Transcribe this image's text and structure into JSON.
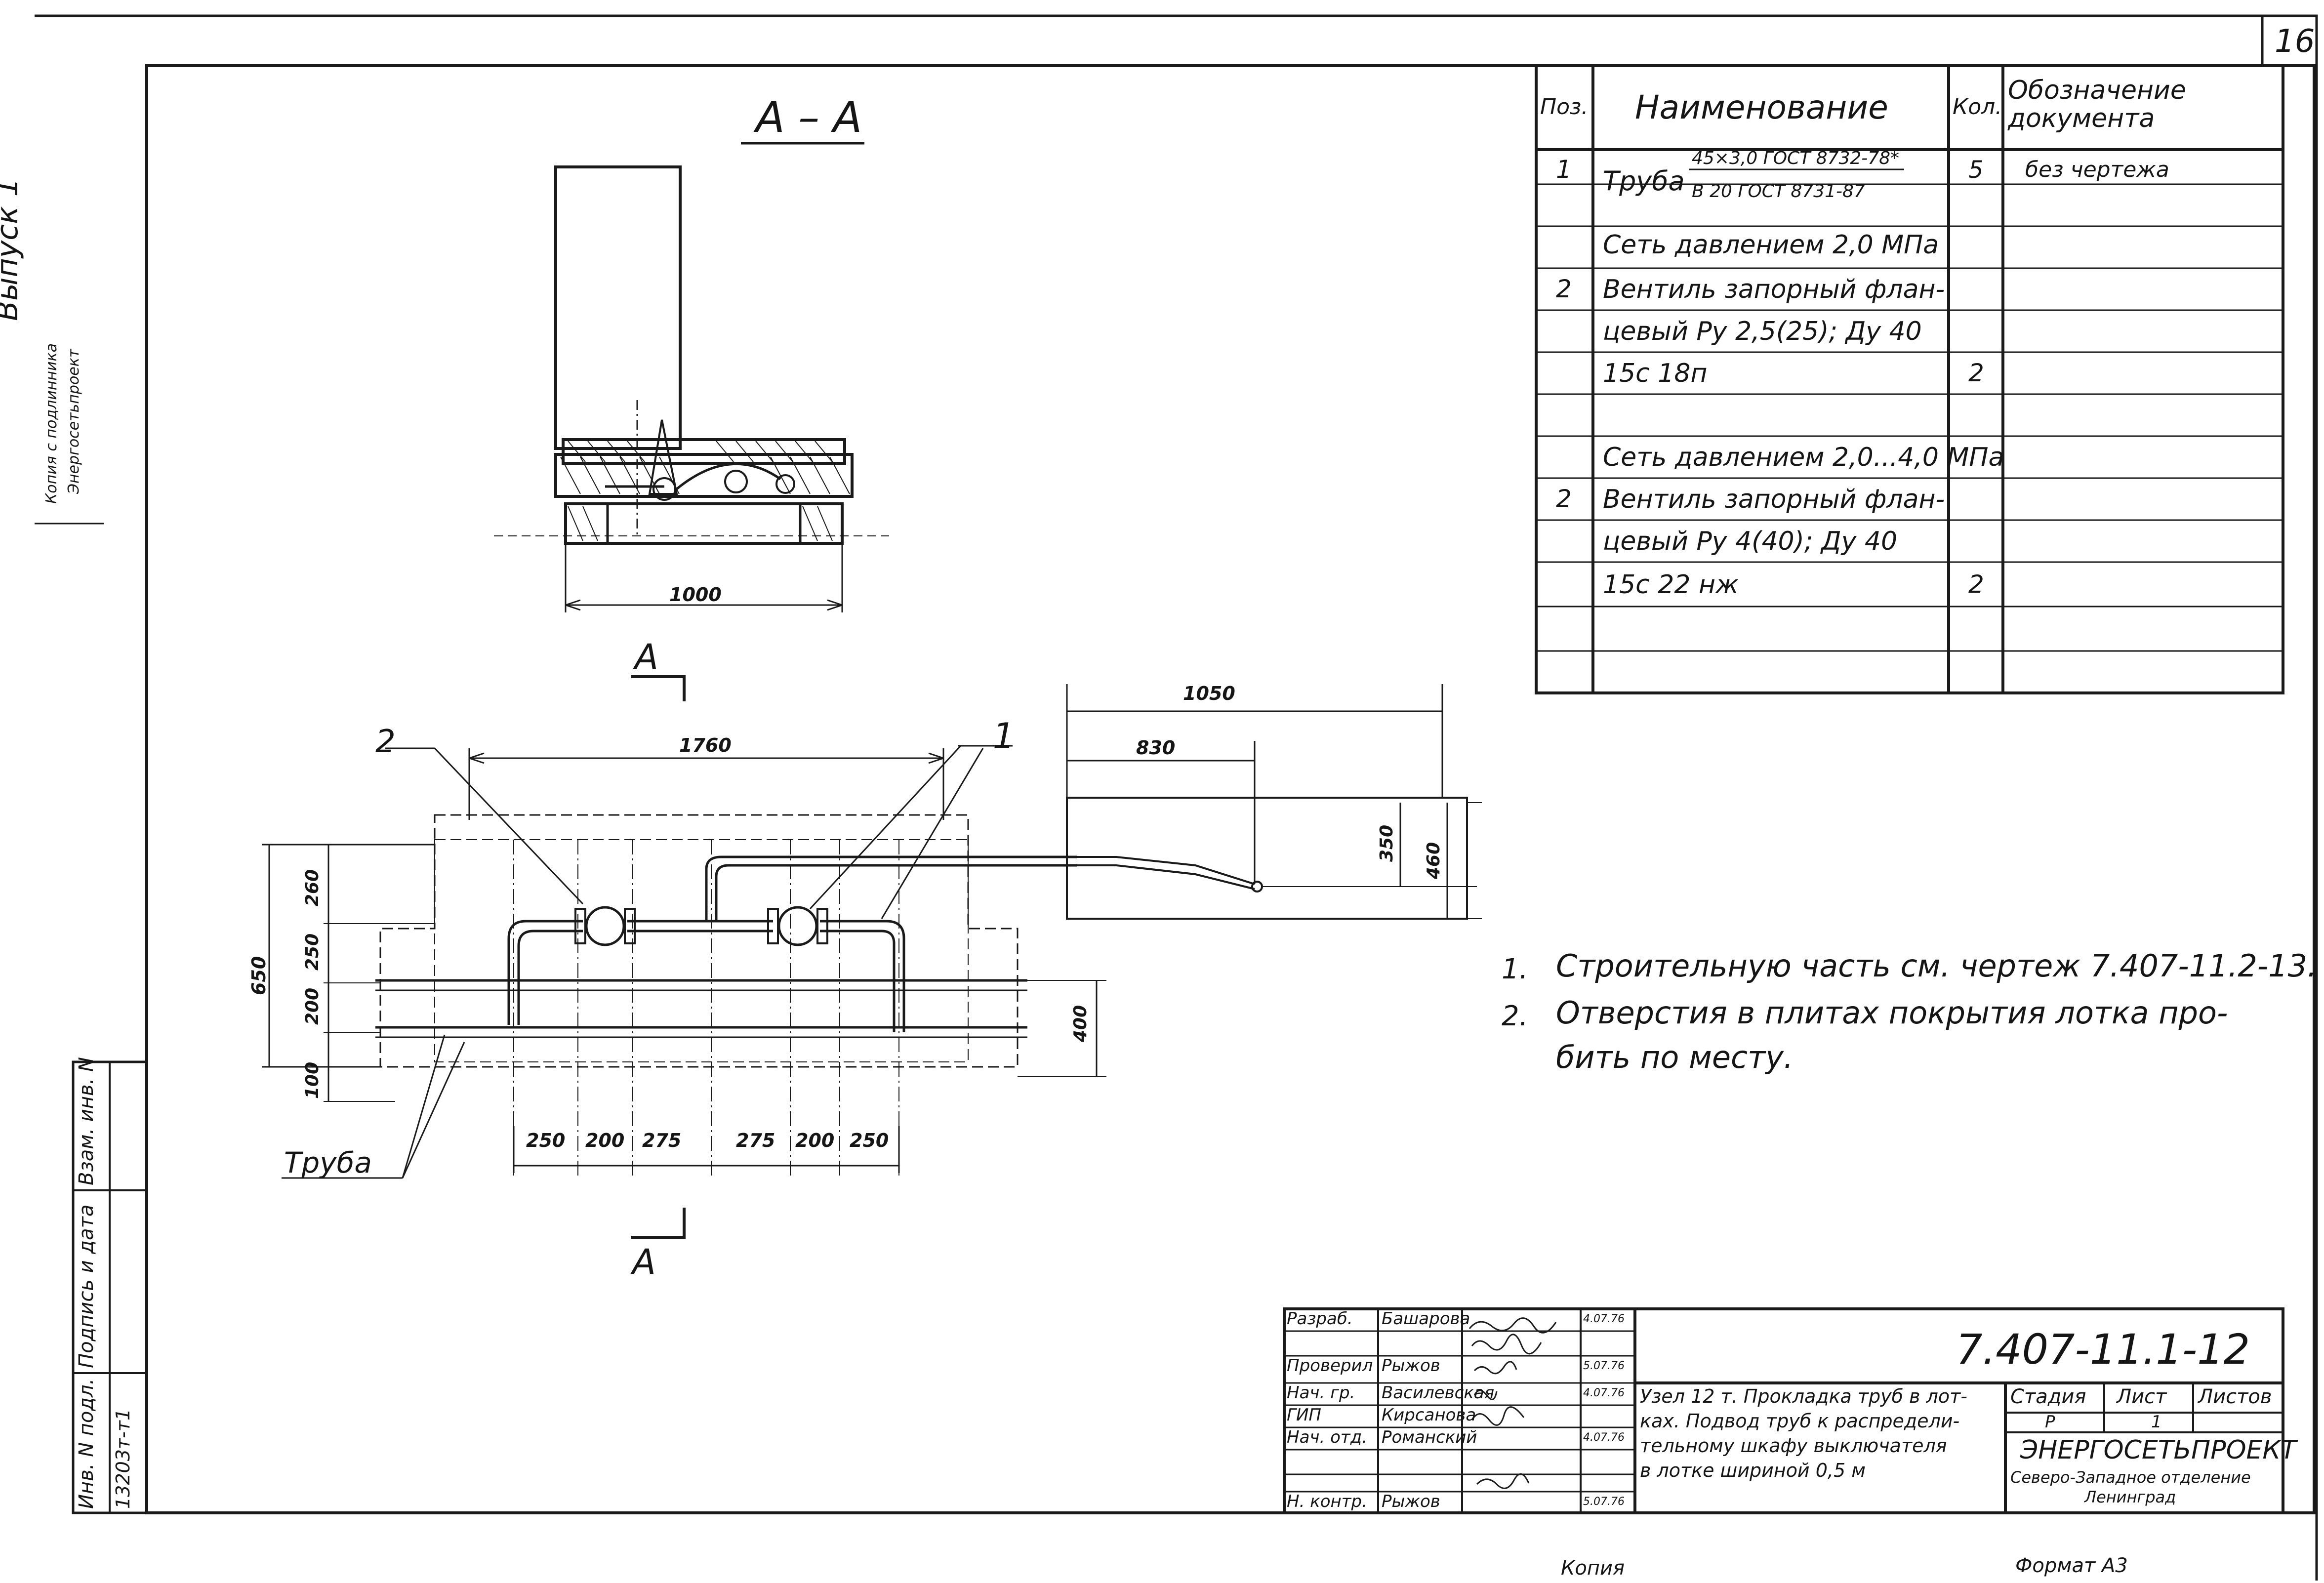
{
  "sheet": {
    "sheet_number": "16",
    "issue": "Выпуск 1",
    "stamp_line1": "Копия с подлинника",
    "stamp_line2": "Энергосетьпроект",
    "copy_label": "Копия",
    "format_label": "Формат А3"
  },
  "left_strip": {
    "inv_podl": "Инв. N подл.",
    "podpis": "Подпись и дата",
    "vzam": "Взам. инв. N",
    "inv_value": "13203т-т1"
  },
  "section": {
    "title": "А – А",
    "dim_1000": "1000",
    "cut_label_top": "А",
    "cut_label_bottom": "А"
  },
  "plan": {
    "dim_1760": "1760",
    "dim_650": "650",
    "dim_260": "260",
    "dim_250": "250",
    "dim_200": "200",
    "dim_100": "100",
    "dim_400": "400",
    "bottom_dims": [
      "250",
      "200",
      "275",
      "275",
      "200",
      "250"
    ],
    "callout_2": "2",
    "callout_1": "1",
    "pipe_label": "Труба"
  },
  "detail": {
    "dim_1050": "1050",
    "dim_830": "830",
    "dim_350": "350",
    "dim_460": "460"
  },
  "spec_table": {
    "headers": [
      "Поз.",
      "Наименование",
      "Кол.",
      "Обозначение документа"
    ],
    "rows": [
      {
        "pos": "1",
        "name_prefix": "Труба",
        "name_num": "45×3,0 ГОСТ 8732-78*",
        "name_den": "В 20 ГОСТ 8731-87",
        "qty": "5",
        "doc": "без чертежа"
      },
      {
        "pos": "",
        "name": "Сеть давлением 2,0 МПа",
        "qty": "",
        "doc": ""
      },
      {
        "pos": "2",
        "name": "Вентиль запорный флан-",
        "qty": "",
        "doc": ""
      },
      {
        "pos": "",
        "name": "цевый Ру 2,5(25); Ду 40",
        "qty": "",
        "doc": ""
      },
      {
        "pos": "",
        "name": "15с 18п",
        "qty": "2",
        "doc": ""
      },
      {
        "pos": "",
        "name": "",
        "qty": "",
        "doc": ""
      },
      {
        "pos": "",
        "name": "Сеть давлением 2,0...4,0 МПа",
        "qty": "",
        "doc": ""
      },
      {
        "pos": "2",
        "name": "Вентиль запорный флан-",
        "qty": "",
        "doc": ""
      },
      {
        "pos": "",
        "name": "цевый Ру 4(40); Ду 40",
        "qty": "",
        "doc": ""
      },
      {
        "pos": "",
        "name": "15с 22 нж",
        "qty": "2",
        "doc": ""
      },
      {
        "pos": "",
        "name": "",
        "qty": "",
        "doc": ""
      },
      {
        "pos": "",
        "name": "",
        "qty": "",
        "doc": ""
      }
    ]
  },
  "notes": [
    {
      "num": "1.",
      "text": "Строительную часть см. чертеж 7.407-11.2-13."
    },
    {
      "num": "2.",
      "text": "Отверстия в плитах покрытия лотка про-"
    },
    {
      "num": "",
      "text": "бить по месту."
    }
  ],
  "title_block": {
    "drawing_code": "7.407-11.1-12",
    "roles": [
      {
        "role": "Разраб.",
        "name": "Башарова",
        "date": "4.07.76"
      },
      {
        "role": "Проверил",
        "name": "Рыжов",
        "date": "5.07.76"
      },
      {
        "role": "Нач. гр.",
        "name": "Василевская",
        "date": "4.07.76"
      },
      {
        "role": "ГИП",
        "name": "Кирсанова",
        "date": ""
      },
      {
        "role": "Нач. отд.",
        "name": "Романский",
        "date": "4.07.76"
      },
      {
        "role": "",
        "name": "",
        "date": ""
      },
      {
        "role": "Н. контр.",
        "name": "Рыжов",
        "date": "5.07.76"
      }
    ],
    "description": [
      "Узел 12 т. Прокладка труб в лот-",
      "ках. Подвод труб к распредели-",
      "тельному шкафу выключателя",
      "в лотке шириной 0,5 м"
    ],
    "stage_header": "Стадия",
    "sheet_header": "Лист",
    "sheets_header": "Листов",
    "stage_value": "Р",
    "sheet_value": "1",
    "org_line1": "ЭНЕРГОСЕТЬПРОЕКТ",
    "org_line2": "Северо-Западное отделение",
    "org_line3": "Ленинград"
  }
}
